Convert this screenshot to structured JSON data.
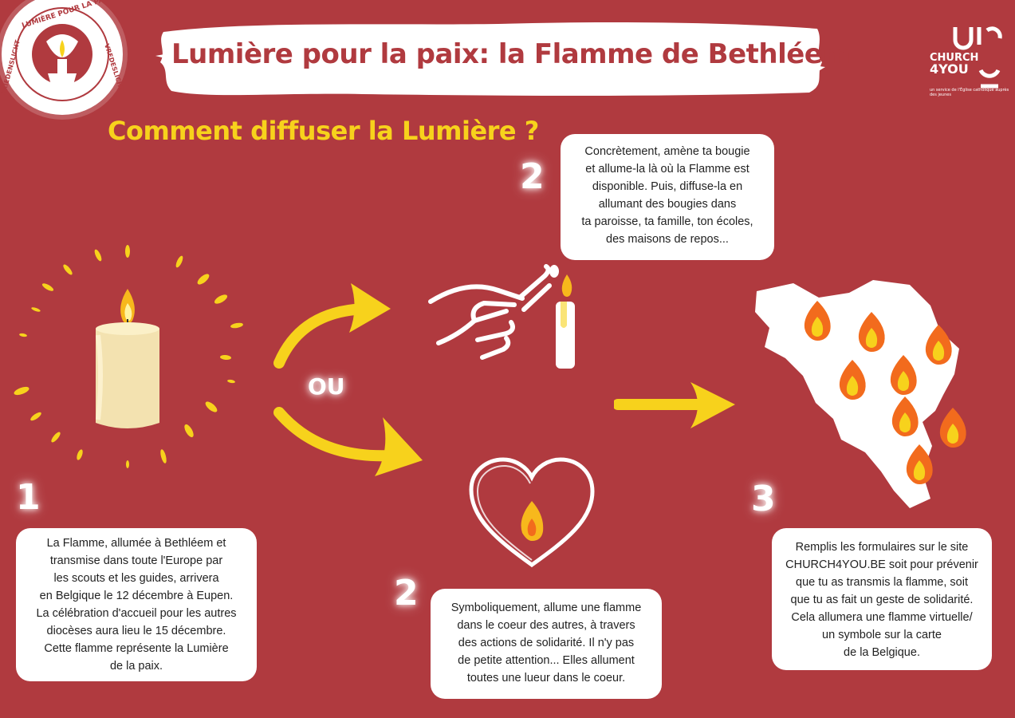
{
  "header": {
    "title": "Lumière pour la paix: la Flamme de Bethléem",
    "subtitle": "Comment diffuser la Lumière ?"
  },
  "logo_left": {
    "top_text": "LUMIÈRE POUR LA PAIX",
    "left_text": "FRIEDENSLICHT",
    "right_text": "VREDESLICHT"
  },
  "logo_right": {
    "line1": "CHURCH",
    "line2": "4YOU",
    "tagline": "un service de l'Église catholique auprès des jeunes"
  },
  "connector": "OU",
  "steps": {
    "step1": {
      "number": "1",
      "text": "La Flamme, allumée à Bethléem et\ntransmise dans toute l'Europe par\nles scouts et les guides, arrivera\nen Belgique le 12 décembre à Eupen.\nLa célébration d'accueil pour les autres\ndiocèses aura lieu le 15 décembre.\nCette flamme représente la Lumière\nde la paix."
    },
    "step2a": {
      "number": "2",
      "text": "Concrètement, amène ta bougie\net allume-la là où la Flamme est\ndisponible. Puis, diffuse-la en\nallumant des bougies dans\nta paroisse, ta famille, ton écoles,\ndes maisons de repos..."
    },
    "step2b": {
      "number": "2",
      "text": "Symboliquement, allume une flamme\ndans le coeur des autres, à travers\ndes actions de solidarité. Il n'y pas\nde petite attention... Elles allument\ntoutes une lueur dans le coeur."
    },
    "step3": {
      "number": "3",
      "text": "Remplis les formulaires sur le site\nCHURCH4YOU.BE soit pour prévenir\nque tu as transmis la flamme, soit\nque tu as fait un geste de solidarité.\nCela allumera une flamme virtuelle/\nun symbole sur la carte\nde la Belgique."
    }
  },
  "icons": {
    "candle": "candle-icon",
    "hand": "hand-lighting-candle-icon",
    "heart": "heart-flame-icon",
    "map": "belgium-map-icon",
    "arrow": "arrow-icon"
  },
  "colors": {
    "background": "#b03a3f",
    "accent_yellow": "#f7d21c",
    "white": "#ffffff",
    "flame_orange": "#f26b1d"
  }
}
